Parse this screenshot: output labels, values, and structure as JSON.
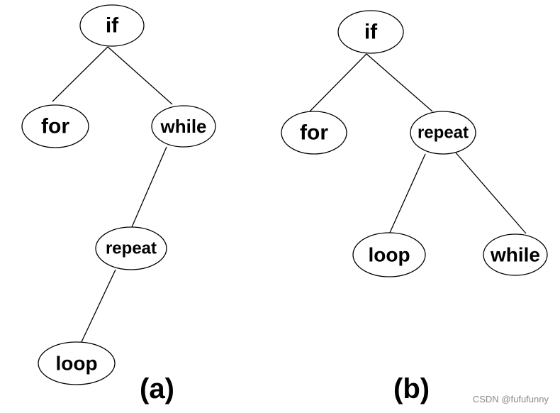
{
  "tree_a": {
    "caption": "(a)",
    "nodes": {
      "root": "if",
      "left": "for",
      "right": "while",
      "mid": "repeat",
      "leaf": "loop"
    }
  },
  "tree_b": {
    "caption": "(b)",
    "nodes": {
      "root": "if",
      "left": "for",
      "right": "repeat",
      "leaf_left": "loop",
      "leaf_right": "while"
    }
  },
  "watermark": "CSDN @fufufunny"
}
